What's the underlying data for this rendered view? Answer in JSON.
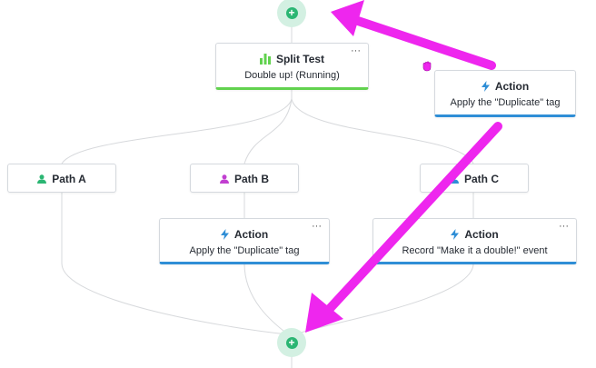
{
  "split_test": {
    "title": "Split Test",
    "subtitle": "Double up! (Running)",
    "icon": "bar-chart-icon",
    "accent": "#62d24f"
  },
  "floating_action": {
    "title": "Action",
    "subtitle": "Apply the \"Duplicate\" tag",
    "icon": "lightning-icon",
    "accent": "#2f8ed6"
  },
  "paths": [
    {
      "label": "Path A",
      "icon": "user-icon",
      "color": "#2bb673"
    },
    {
      "label": "Path B",
      "icon": "user-icon",
      "color": "#c13fd0"
    },
    {
      "label": "Path C",
      "icon": "user-icon",
      "color": "#2f8ed6"
    }
  ],
  "actions": [
    {
      "title": "Action",
      "subtitle": "Apply the \"Duplicate\" tag",
      "icon": "lightning-icon"
    },
    {
      "title": "Action",
      "subtitle": "Record \"Make it a double!\" event",
      "icon": "lightning-icon"
    }
  ],
  "menu_glyph": "···",
  "add_glyph": "+",
  "colors": {
    "annotation_arrow": "#ee26ee",
    "connector": "#d7d9dc",
    "add_button_bg": "#d3f0e2",
    "add_button_fg": "#2bb673"
  }
}
